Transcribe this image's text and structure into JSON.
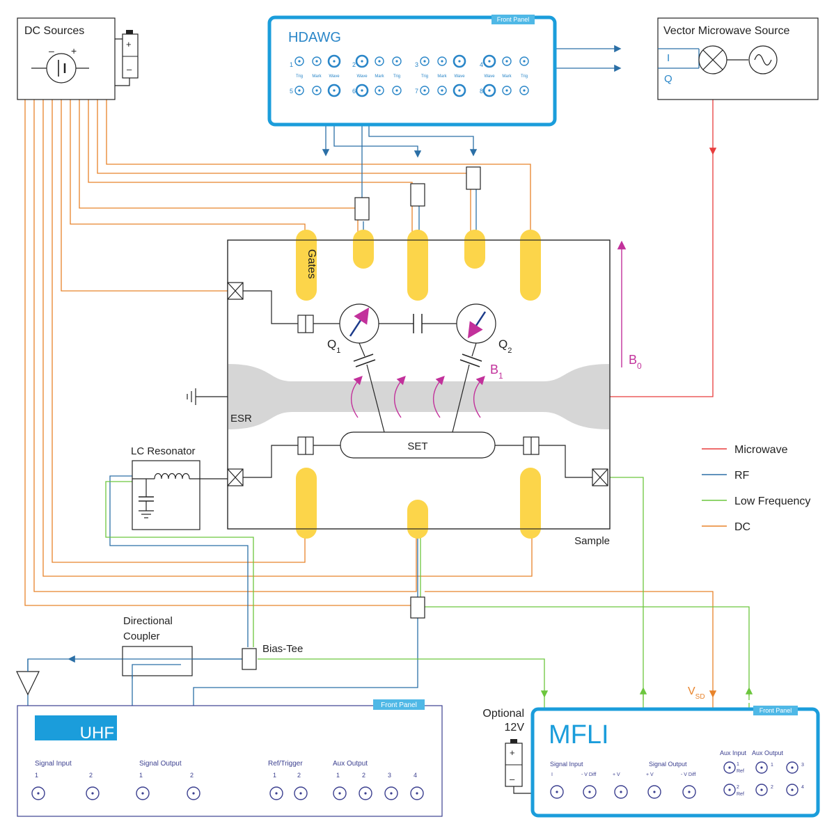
{
  "colors": {
    "microwave": "#e83c3c",
    "rf": "#2b6fa6",
    "low_frequency": "#6cc63d",
    "dc": "#e8832a",
    "panel_blue": "#1b9ddb",
    "panel_dark": "#3b3f8f",
    "gate_yellow": "#fcd54a",
    "field_magenta": "#c2319b",
    "esr_gray": "#d6d6d6",
    "label_blue": "#2a86c8",
    "mfli_text": "#1b9ddb"
  },
  "dc_sources": {
    "title": "DC Sources",
    "minus": "–",
    "plus": "+",
    "battery_plus": "+",
    "battery_minus": "–"
  },
  "hdawg": {
    "title": "HDAWG",
    "front_panel_tag": "Front Panel",
    "channel_numbers": [
      "1",
      "2",
      "3",
      "4",
      "5",
      "6",
      "7",
      "8"
    ],
    "port_labels": [
      "Trig",
      "Mark",
      "Wave",
      "Wave",
      "Mark",
      "Trig",
      "Trig",
      "Mark",
      "Wave",
      "Wave",
      "Mark",
      "Trig"
    ]
  },
  "vector_source": {
    "title": "Vector Microwave Source",
    "i_label": "I",
    "q_label": "Q"
  },
  "sample": {
    "label": "Sample",
    "gates_label": "Gates",
    "esr_label": "ESR",
    "set_label": "SET",
    "q1": "Q",
    "q1_sub": "1",
    "q2": "Q",
    "q2_sub": "2",
    "b0": "B",
    "b0_sub": "0",
    "b1": "B",
    "b1_sub": "1"
  },
  "lc_resonator": {
    "title": "LC Resonator"
  },
  "directional_coupler": {
    "line1": "Directional",
    "line2": "Coupler"
  },
  "bias_tee": {
    "label": "Bias-Tee"
  },
  "legend": [
    {
      "name": "Microwave",
      "color": "#e83c3c"
    },
    {
      "name": "RF",
      "color": "#2b6fa6"
    },
    {
      "name": "Low Frequency",
      "color": "#6cc63d"
    },
    {
      "name": "DC",
      "color": "#e8832a"
    }
  ],
  "uhf": {
    "title": "UHF",
    "front_panel_tag": "Front Panel",
    "groups": [
      "Signal Input",
      "Signal Output",
      "Ref/Trigger",
      "Aux Output"
    ],
    "port_numbers": [
      "1",
      "2",
      "1",
      "2",
      "1",
      "2",
      "1",
      "2",
      "3",
      "4"
    ]
  },
  "mfli": {
    "title": "MFLI",
    "front_panel_tag": "Front Panel",
    "optional_line1": "Optional",
    "optional_line2": "12V",
    "vsd": "V",
    "vsd_sub": "SD",
    "signal_input": "Signal Input",
    "signal_output": "Signal Output",
    "aux_input": "Aux Input",
    "aux_output": "Aux Output",
    "port_labels": [
      "I",
      "- V Diff",
      "+ V",
      "+ V",
      "- V Diff"
    ],
    "aux_in_labels": [
      "1",
      "Ref",
      "2",
      "Ref"
    ],
    "aux_out_labels": [
      "1",
      "2",
      "3",
      "4"
    ],
    "battery_plus": "+",
    "battery_minus": "–"
  }
}
